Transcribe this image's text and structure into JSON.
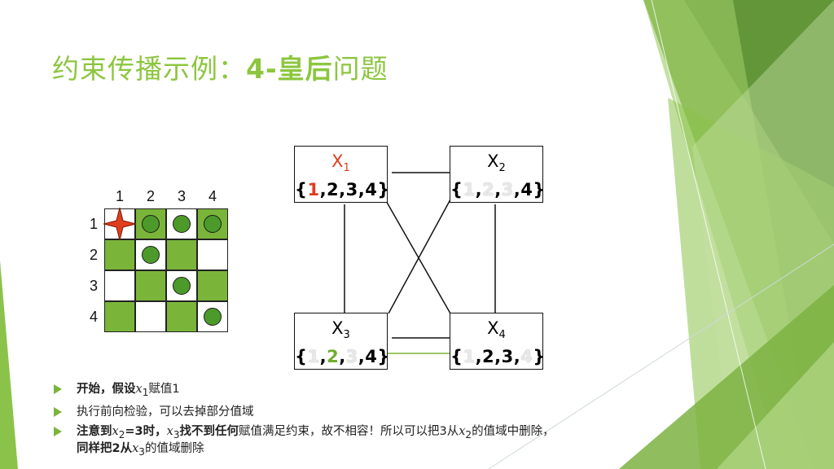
{
  "title": {
    "prefix": "约束传播示例：",
    "bold": "4-皇后",
    "suffix": "问题"
  },
  "board": {
    "col_labels": [
      "1",
      "2",
      "3",
      "4"
    ],
    "row_labels": [
      "1",
      "2",
      "3",
      "4"
    ],
    "pattern": [
      [
        "w",
        "g",
        "w",
        "g"
      ],
      [
        "g",
        "w",
        "g",
        "w"
      ],
      [
        "w",
        "g",
        "w",
        "g"
      ],
      [
        "g",
        "w",
        "g",
        "w"
      ]
    ],
    "queens": [
      [
        0,
        1
      ],
      [
        0,
        2
      ],
      [
        0,
        3
      ],
      [
        1,
        1
      ],
      [
        2,
        2
      ],
      [
        3,
        3
      ]
    ],
    "star": [
      0,
      0
    ]
  },
  "graph": {
    "nodes": [
      {
        "id": "x1",
        "name": "X",
        "sub": "1",
        "name_color": "red",
        "values": [
          {
            "text": "1",
            "style": "red"
          },
          {
            "text": ",2,3,4",
            "style": "normal"
          }
        ]
      },
      {
        "id": "x2",
        "name": "X",
        "sub": "2",
        "name_color": "normal",
        "values": [
          {
            "text": "1",
            "style": "gray"
          },
          {
            "text": ",",
            "style": "normal"
          },
          {
            "text": "2",
            "style": "gray"
          },
          {
            "text": ",",
            "style": "normal"
          },
          {
            "text": "3",
            "style": "gray"
          },
          {
            "text": ",4",
            "style": "normal"
          }
        ]
      },
      {
        "id": "x3",
        "name": "X",
        "sub": "3",
        "name_color": "normal",
        "values": [
          {
            "text": "1",
            "style": "gray"
          },
          {
            "text": ",",
            "style": "normal"
          },
          {
            "text": "2",
            "style": "green"
          },
          {
            "text": ",",
            "style": "normal"
          },
          {
            "text": "3",
            "style": "gray"
          },
          {
            "text": ",4",
            "style": "normal"
          }
        ]
      },
      {
        "id": "x4",
        "name": "X",
        "sub": "4",
        "name_color": "normal",
        "values": [
          {
            "text": "1",
            "style": "gray"
          },
          {
            "text": ",2,3,",
            "style": "normal"
          },
          {
            "text": "4",
            "style": "gray"
          }
        ]
      }
    ]
  },
  "bullets": {
    "b1": {
      "t1": "开始，",
      "t2": "假设",
      "var": "x",
      "sub": "1",
      "t3": "赋值1"
    },
    "b2": {
      "text": "执行前向检验，可以去掉部分值域"
    },
    "b3": {
      "t1": "注意到",
      "var1": "x",
      "sub1": "2",
      "t2": "=3时，",
      "var2": "x",
      "sub2": "3",
      "t3": "找不到任何",
      "t4": "赋值满足约束，故不相容！所以可以把3从",
      "var3": "x",
      "sub3": "2",
      "t5": "的值域中删除，",
      "t6": "同样把2从",
      "var4": "x",
      "sub4": "3",
      "t7": "的值域删除"
    }
  },
  "colors": {
    "accent": "#8cc63f",
    "board_green": "#7ab53a",
    "queen": "#4c9a2a",
    "red": "#e03c1e"
  }
}
